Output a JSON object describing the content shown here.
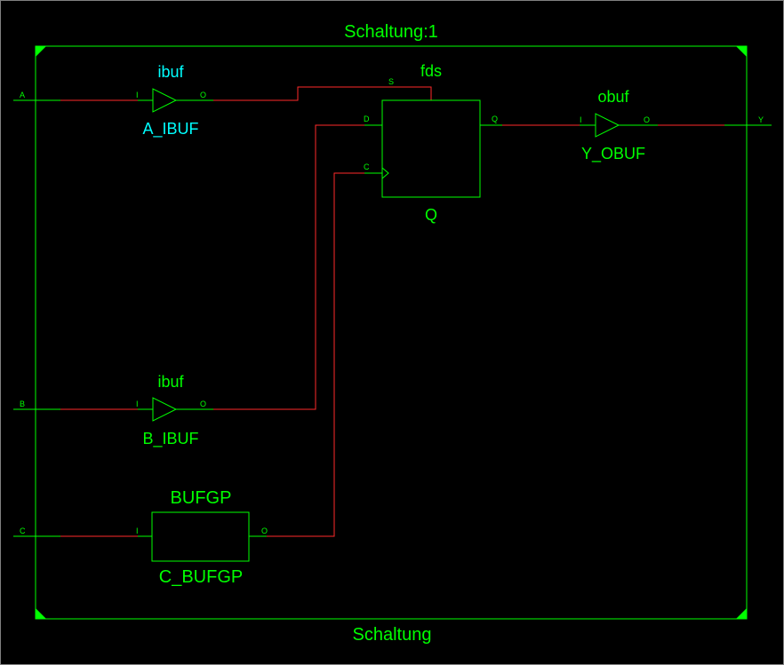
{
  "colors": {
    "background": "#000000",
    "component": "#00ff00",
    "wire": "#ff2a2a",
    "selected_label": "#00ffff",
    "frame": "#808080"
  },
  "schematic": {
    "top_title": "Schaltung:1",
    "bottom_title": "Schaltung",
    "ports": {
      "a": "A",
      "b": "B",
      "c": "C",
      "y": "Y"
    },
    "a_ibuf": {
      "type": "ibuf",
      "instance": "A_IBUF",
      "pin_in": "I",
      "pin_out": "O"
    },
    "b_ibuf": {
      "type": "ibuf",
      "instance": "B_IBUF",
      "pin_in": "I",
      "pin_out": "O"
    },
    "c_bufgp": {
      "type": "BUFGP",
      "instance": "C_BUFGP",
      "pin_in": "I",
      "pin_out": "O"
    },
    "flipflop": {
      "type": "fds",
      "instance": "Q",
      "pin_s": "S",
      "pin_d": "D",
      "pin_c": "C",
      "pin_q": "Q"
    },
    "y_obuf": {
      "type": "obuf",
      "instance": "Y_OBUF",
      "pin_in": "I",
      "pin_out": "O"
    }
  }
}
